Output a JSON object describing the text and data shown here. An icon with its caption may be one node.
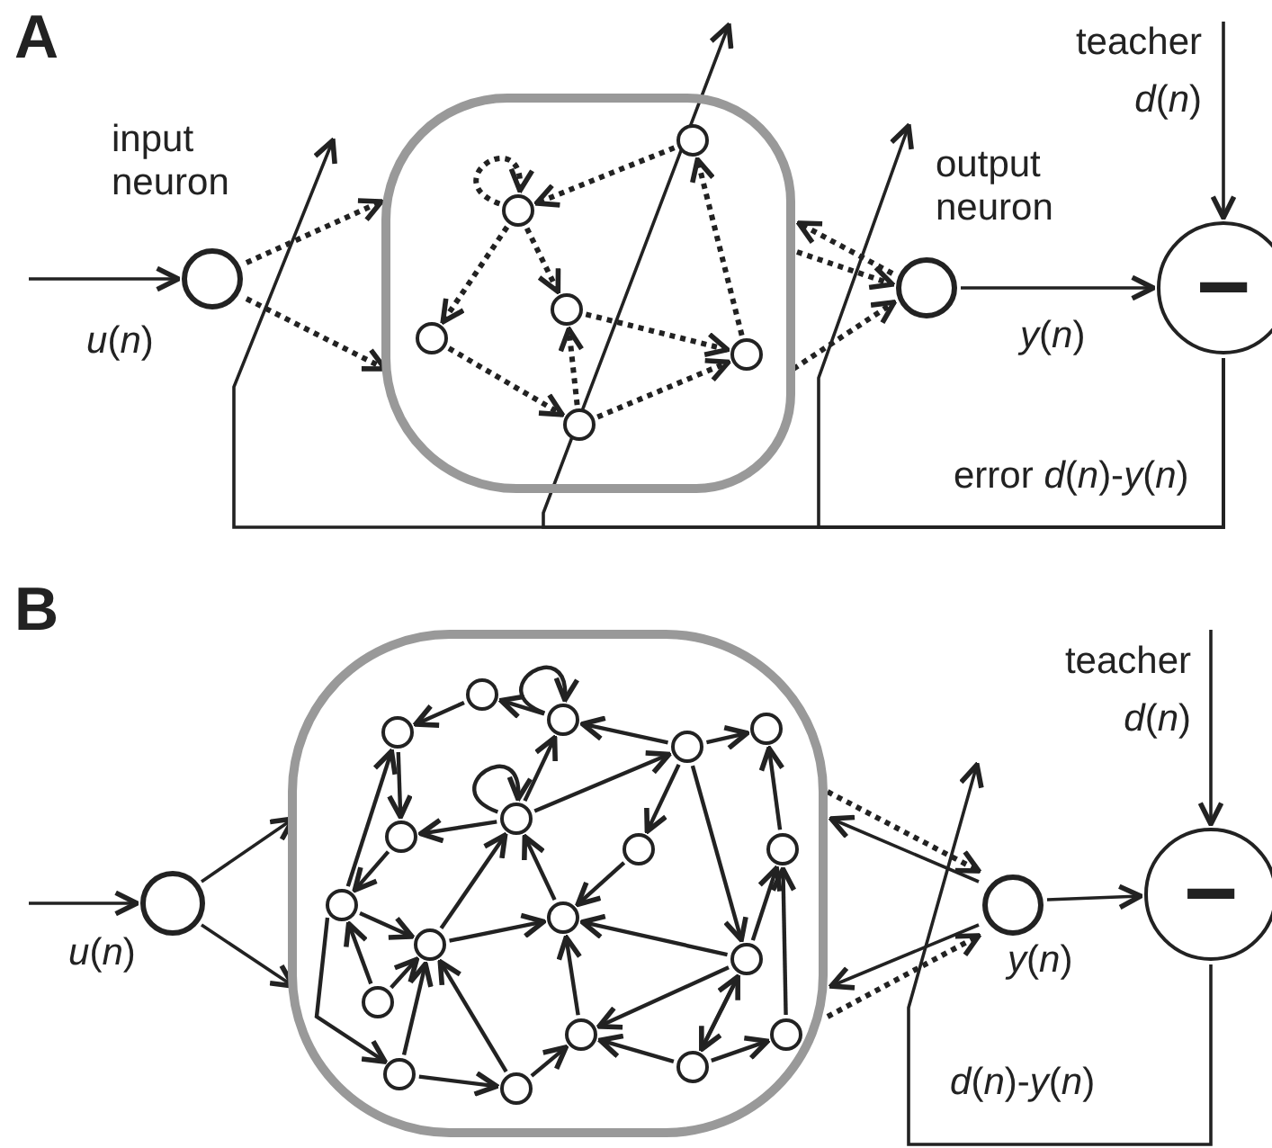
{
  "diagram": {
    "nodes": [
      {
        "text": [
          "input neuron"
        ]
      },
      {
        "text": [],
        "shape": "cloud"
      },
      {
        "text": [],
        "shape": "circle",
        "in": 1
      },
      {
        "text": [],
        "shape": "circle",
        "in": 1
      },
      {
        "text": [],
        "shape": "circle",
        "in": 1
      },
      {
        "text": [],
        "shape": "circle",
        "in": 1
      },
      {
        "text": [],
        "shape": "circle",
        "in": 1
      },
      {
        "text": [],
        "shape": "circle",
        "in": 1
      },
      {
        "text": [
          "output neuron"
        ]
      },
      {
        "text": [
          "−"
        ]
      },
      {
        "text": [
          "teacher",
          "*d*(*n*)"
        ]
      },
      {
        "text": [],
        "shape": "circle"
      },
      {
        "text": [],
        "shape": "cloud"
      },
      {
        "text": [],
        "shape": "circle",
        "in": 12
      },
      {
        "text": [],
        "shape": "circle",
        "in": 12
      },
      {
        "text": [],
        "shape": "circle",
        "in": 12
      },
      {
        "text": [],
        "shape": "circle",
        "in": 12
      },
      {
        "text": [],
        "shape": "circle",
        "in": 12
      },
      {
        "text": [],
        "shape": "circle",
        "in": 12
      },
      {
        "text": [],
        "shape": "circle",
        "in": 12
      },
      {
        "text": [],
        "shape": "circle",
        "in": 12
      },
      {
        "text": [],
        "shape": "circle",
        "in": 12
      },
      {
        "text": [],
        "shape": "circle",
        "in": 12
      },
      {
        "text": [],
        "shape": "circle",
        "in": 12
      },
      {
        "text": [],
        "shape": "circle",
        "in": 12
      },
      {
        "text": [],
        "shape": "circle",
        "in": 12
      },
      {
        "text": [],
        "shape": "circle",
        "in": 12
      },
      {
        "text": [],
        "shape": "circle",
        "in": 12
      },
      {
        "text": [],
        "shape": "circle",
        "in": 12
      },
      {
        "text": [],
        "shape": "circle",
        "in": 12
      },
      {
        "text": [],
        "shape": "circle",
        "in": 12
      },
      {
        "text": [],
        "shape": "circle",
        "in": 12
      },
      {
        "text": [],
        "shape": "circle"
      },
      {
        "text": [
          "−"
        ]
      },
      {
        "text": [
          "teacher",
          "*d*(*n*)"
        ]
      }
    ],
    "edges": [
      {
        "from": null,
        "to": 0,
        "arrow": "to",
        "label": "*u*(*n*)"
      },
      {
        "from": 0,
        "to": 1,
        "arrow": "to",
        "style": "dashed"
      },
      {
        "from": 0,
        "to": 1,
        "arrow": "to",
        "style": "dashed"
      },
      {
        "from": 3,
        "to": 3,
        "arrow": "to",
        "style": "dashed"
      },
      {
        "from": 2,
        "to": 3,
        "arrow": "to",
        "style": "dashed"
      },
      {
        "from": 3,
        "to": 5,
        "arrow": "to",
        "style": "dashed"
      },
      {
        "from": 3,
        "to": 4,
        "arrow": "to",
        "style": "dashed"
      },
      {
        "from": 4,
        "to": 6,
        "arrow": "to",
        "style": "dashed"
      },
      {
        "from": 6,
        "to": 2,
        "arrow": "to",
        "style": "dashed"
      },
      {
        "from": 5,
        "to": 7,
        "arrow": "to",
        "style": "dashed"
      },
      {
        "from": 7,
        "to": 6,
        "arrow": "to",
        "style": "dashed"
      },
      {
        "from": 7,
        "to": 4,
        "arrow": "to",
        "style": "dashed"
      },
      {
        "from": 8,
        "to": 1,
        "arrow": "to",
        "style": "dashed"
      },
      {
        "from": 1,
        "to": 8,
        "arrow": "to",
        "style": "dashed"
      },
      {
        "from": 1,
        "to": 8,
        "arrow": "to",
        "style": "dashed"
      },
      {
        "from": 8,
        "to": 9,
        "arrow": "to",
        "label": "*y*(*n*)"
      },
      {
        "from": 10,
        "to": 9,
        "arrow": "to"
      },
      {
        "from": 9,
        "to": 1,
        "arrow": "to"
      },
      {
        "from": 9,
        "to": null,
        "arrow": "to"
      },
      {
        "from": 9,
        "to": 8,
        "arrow": "to"
      },
      {
        "from": null,
        "to": 11,
        "arrow": "to",
        "label": "*u*(*n*)"
      },
      {
        "from": 11,
        "to": 12,
        "arrow": "to"
      },
      {
        "from": 11,
        "to": 12,
        "arrow": "to"
      },
      {
        "from": 13,
        "to": 14,
        "arrow": "to"
      },
      {
        "from": 15,
        "to": 13,
        "arrow": "to"
      },
      {
        "from": 15,
        "to": 15,
        "arrow": "to"
      },
      {
        "from": 18,
        "to": 18,
        "arrow": "to"
      },
      {
        "from": 18,
        "to": 15,
        "arrow": "to"
      },
      {
        "from": 18,
        "to": 16,
        "arrow": "to"
      },
      {
        "from": 16,
        "to": 15,
        "arrow": "to"
      },
      {
        "from": 16,
        "to": 17,
        "arrow": "to"
      },
      {
        "from": 16,
        "to": 20,
        "arrow": "to"
      },
      {
        "from": 16,
        "to": 25,
        "arrow": "to"
      },
      {
        "from": 21,
        "to": 17,
        "arrow": "to"
      },
      {
        "from": 14,
        "to": 19,
        "arrow": "to"
      },
      {
        "from": 18,
        "to": 19,
        "arrow": "to"
      },
      {
        "from": 19,
        "to": 22,
        "arrow": "to"
      },
      {
        "from": 22,
        "to": 14,
        "arrow": "to"
      },
      {
        "from": 24,
        "to": 18,
        "arrow": "to"
      },
      {
        "from": 22,
        "to": 24,
        "arrow": "to"
      },
      {
        "from": 26,
        "to": 22,
        "arrow": "to"
      },
      {
        "from": 23,
        "to": 18,
        "arrow": "to"
      },
      {
        "from": 20,
        "to": 23,
        "arrow": "to"
      },
      {
        "from": 24,
        "to": 23,
        "arrow": "to"
      },
      {
        "from": 25,
        "to": 23,
        "arrow": "to"
      },
      {
        "from": 25,
        "to": 21,
        "arrow": "to"
      },
      {
        "from": 28,
        "to": 21,
        "arrow": "to"
      },
      {
        "from": 27,
        "to": 23,
        "arrow": "to"
      },
      {
        "from": 25,
        "to": 27,
        "arrow": "to"
      },
      {
        "from": 31,
        "to": 27,
        "arrow": "to"
      },
      {
        "from": 30,
        "to": 24,
        "arrow": "to"
      },
      {
        "from": 30,
        "to": 27,
        "arrow": "to"
      },
      {
        "from": 29,
        "to": 30,
        "arrow": "to"
      },
      {
        "from": 26,
        "to": 24,
        "arrow": "to"
      },
      {
        "from": 22,
        "to": 29,
        "arrow": "to"
      },
      {
        "from": 29,
        "to": 24,
        "arrow": "to"
      },
      {
        "from": 31,
        "to": 25,
        "arrow": "to"
      },
      {
        "from": 25,
        "to": 31,
        "arrow": "to"
      },
      {
        "from": 31,
        "to": 28,
        "arrow": "to"
      },
      {
        "from": 32,
        "to": 12,
        "arrow": "to"
      },
      {
        "from": 32,
        "to": 12,
        "arrow": "to"
      },
      {
        "from": 12,
        "to": 32,
        "arrow": "to",
        "style": "dashed"
      },
      {
        "from": 12,
        "to": 32,
        "arrow": "to",
        "style": "dashed"
      },
      {
        "from": 32,
        "to": 33,
        "arrow": "to",
        "label": "*y*(*n*)"
      },
      {
        "from": 34,
        "to": 33,
        "arrow": "to"
      },
      {
        "from": 33,
        "to": null,
        "arrow": "to"
      }
    ],
    "labels": [
      "A",
      "error *d*(*n*)-*y*(*n*)",
      "B",
      "*d*(*n*)-*y*(*n*)"
    ]
  }
}
